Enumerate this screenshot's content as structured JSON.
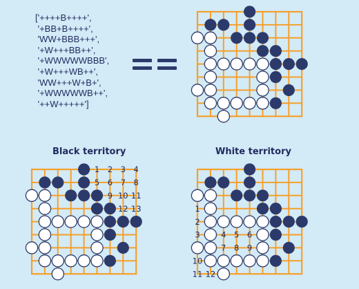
{
  "code_lines": [
    "['++++B++++',",
    " '+BB+B++++',",
    " 'WW+BBB+++',",
    " '+W+++BB++',",
    " '+WWWWWBBB',",
    " '+W+++WB++',",
    " 'WW+++W+B+',",
    " '+WWWWWB++',",
    " '++W+++++']"
  ],
  "equals_symbol": "==",
  "captions": {
    "black": "Black territory",
    "white": "White territory"
  },
  "colors": {
    "background": "#d3eaf7",
    "grid_line": "#f5a02a",
    "black_stone": "#2c3a6b",
    "white_stone": "#ffffff",
    "text": "#1f2b5e"
  },
  "boards": {
    "top": {
      "rows": [
        "++++B++++",
        "+BB+B++++",
        "WW+BBB+++",
        "+W+++BB++",
        "+WWWWWBBB",
        "+W+++WB++",
        "WW+++W+B+",
        "+WWWWWB++",
        "++W++++++"
      ]
    },
    "black": {
      "rows": [
        "++++B++++",
        "+BB+B++++",
        "WW+BBB+++",
        "+W+++BB++",
        "+WWWWWBBB",
        "+W+++WB++",
        "WW+++W+B+",
        "+WWWWWB++",
        "++W++++++"
      ],
      "labels": [
        {
          "row": 0,
          "col": 5,
          "text": "1"
        },
        {
          "row": 0,
          "col": 6,
          "text": "2"
        },
        {
          "row": 0,
          "col": 7,
          "text": "3"
        },
        {
          "row": 0,
          "col": 8,
          "text": "4"
        },
        {
          "row": 1,
          "col": 5,
          "text": "5"
        },
        {
          "row": 1,
          "col": 6,
          "text": "6"
        },
        {
          "row": 1,
          "col": 7,
          "text": "7"
        },
        {
          "row": 1,
          "col": 8,
          "text": "8"
        },
        {
          "row": 2,
          "col": 6,
          "text": "9"
        },
        {
          "row": 2,
          "col": 7,
          "text": "10"
        },
        {
          "row": 2,
          "col": 8,
          "text": "11"
        },
        {
          "row": 3,
          "col": 7,
          "text": "12"
        },
        {
          "row": 3,
          "col": 8,
          "text": "13"
        }
      ]
    },
    "white": {
      "rows": [
        "++++B++++",
        "+BB+B++++",
        "WW+BBB+++",
        "+W+++BB++",
        "+WWWWWBBB",
        "+W+++WB++",
        "WW+++W+B+",
        "+WWWWWB++",
        "++W++++++"
      ],
      "labels": [
        {
          "row": 3,
          "col": 0,
          "text": "1"
        },
        {
          "row": 4,
          "col": 0,
          "text": "2"
        },
        {
          "row": 5,
          "col": 0,
          "text": "3"
        },
        {
          "row": 5,
          "col": 2,
          "text": "4"
        },
        {
          "row": 5,
          "col": 3,
          "text": "5"
        },
        {
          "row": 5,
          "col": 4,
          "text": "6"
        },
        {
          "row": 6,
          "col": 2,
          "text": "7"
        },
        {
          "row": 6,
          "col": 3,
          "text": "8"
        },
        {
          "row": 6,
          "col": 4,
          "text": "9"
        },
        {
          "row": 7,
          "col": 0,
          "text": "10"
        },
        {
          "row": 8,
          "col": 0,
          "text": "11"
        },
        {
          "row": 8,
          "col": 1,
          "text": "12"
        }
      ]
    }
  }
}
